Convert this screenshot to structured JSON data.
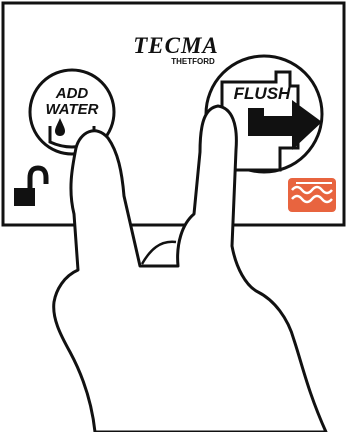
{
  "brand": {
    "name": "TECMA",
    "sub": "THETFORD"
  },
  "add_water_button": {
    "line1": "ADD",
    "line2": "WATER"
  },
  "flush_button": {
    "label": "FLUSH"
  },
  "icons": {
    "lock": "unlocked-padlock-icon",
    "water_level": "water-waves-icon",
    "water_drop": "water-drop-icon",
    "arrow": "arrow-right-icon"
  },
  "colors": {
    "panel_border": "#111111",
    "ink": "#111111",
    "water_icon": "#e8643f"
  }
}
